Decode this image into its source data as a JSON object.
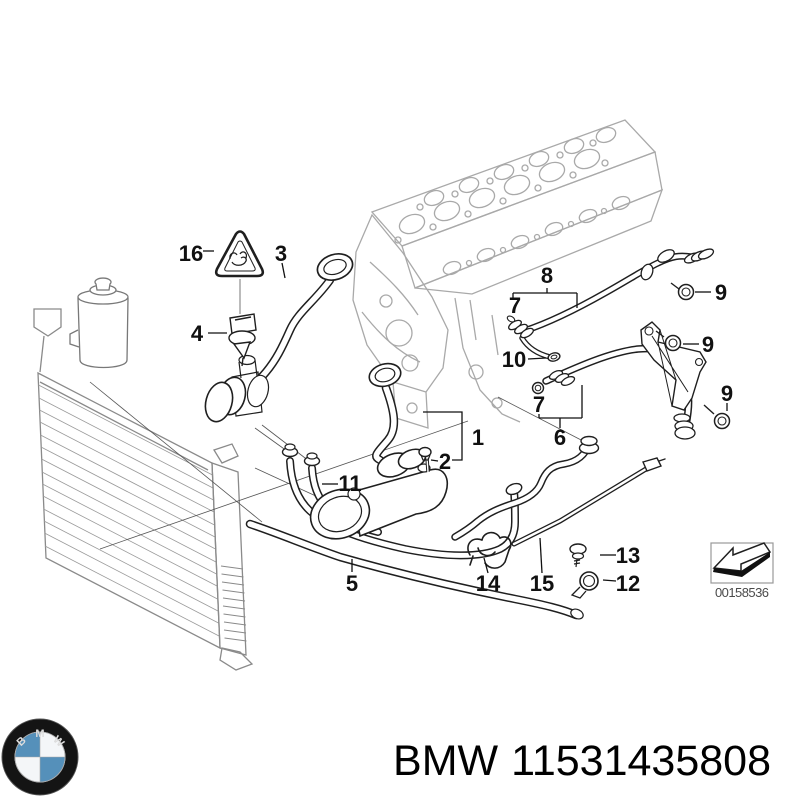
{
  "diagram": {
    "callouts": [
      {
        "label": "16"
      },
      {
        "label": "3"
      },
      {
        "label": "4"
      },
      {
        "label": "8"
      },
      {
        "label": "7"
      },
      {
        "label": "9"
      },
      {
        "label": "10"
      },
      {
        "label": "9"
      },
      {
        "label": "7"
      },
      {
        "label": "6"
      },
      {
        "label": "9"
      },
      {
        "label": "1"
      },
      {
        "label": "2"
      },
      {
        "label": "11"
      },
      {
        "label": "5"
      },
      {
        "label": "14"
      },
      {
        "label": "15"
      },
      {
        "label": "13"
      },
      {
        "label": "12"
      }
    ],
    "stamp_number": "00158536",
    "icons": {
      "warning_triangle": "warning-triangle",
      "stamp_arrow": "direction-arrow"
    }
  },
  "footer": {
    "brand": "BMW",
    "part_number": "11531435808",
    "logo_letters": [
      "B",
      "M",
      "W"
    ]
  },
  "colors": {
    "background": "#ffffff",
    "part_line": "#1f1f1f",
    "engine_line": "#a9a9a9",
    "radiator_line": "#8a8a8a",
    "logo_blue": "#5590ba",
    "text": "#000000"
  }
}
